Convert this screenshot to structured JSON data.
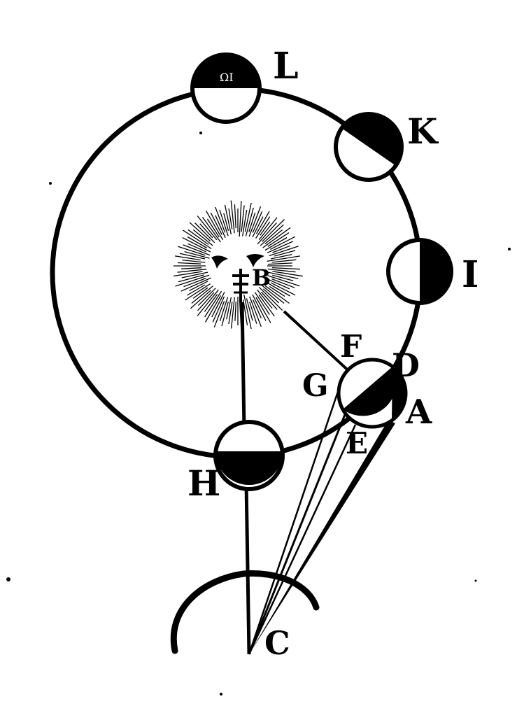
{
  "diagram": {
    "labels": {
      "L": "L",
      "K": "K",
      "I": "I",
      "B": "B",
      "F": "F",
      "D": "D",
      "G": "G",
      "A": "A",
      "E": "E",
      "H": "H",
      "C": "C"
    },
    "colors": {
      "ink": "#000000",
      "paper": "#ffffff"
    }
  }
}
